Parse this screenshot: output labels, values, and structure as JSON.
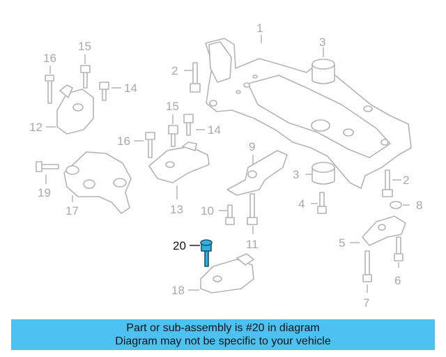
{
  "diagram": {
    "highlighted_part": "20",
    "colors": {
      "highlight": "#2bb4df",
      "banner": "#4cc1f2",
      "inactive": "#a9a9a9"
    },
    "callouts": [
      {
        "label": "1"
      },
      {
        "label": "2"
      },
      {
        "label": "3"
      },
      {
        "label": "2"
      },
      {
        "label": "3"
      },
      {
        "label": "4"
      },
      {
        "label": "5"
      },
      {
        "label": "6"
      },
      {
        "label": "7"
      },
      {
        "label": "8"
      },
      {
        "label": "9"
      },
      {
        "label": "10"
      },
      {
        "label": "11"
      },
      {
        "label": "12"
      },
      {
        "label": "13"
      },
      {
        "label": "14"
      },
      {
        "label": "14"
      },
      {
        "label": "15"
      },
      {
        "label": "15"
      },
      {
        "label": "16"
      },
      {
        "label": "16"
      },
      {
        "label": "17"
      },
      {
        "label": "18"
      },
      {
        "label": "19"
      },
      {
        "label": "20"
      }
    ]
  },
  "banner": {
    "line1": "Part or sub-assembly is #20 in diagram",
    "line2": "Diagram may not be specific to your vehicle"
  }
}
